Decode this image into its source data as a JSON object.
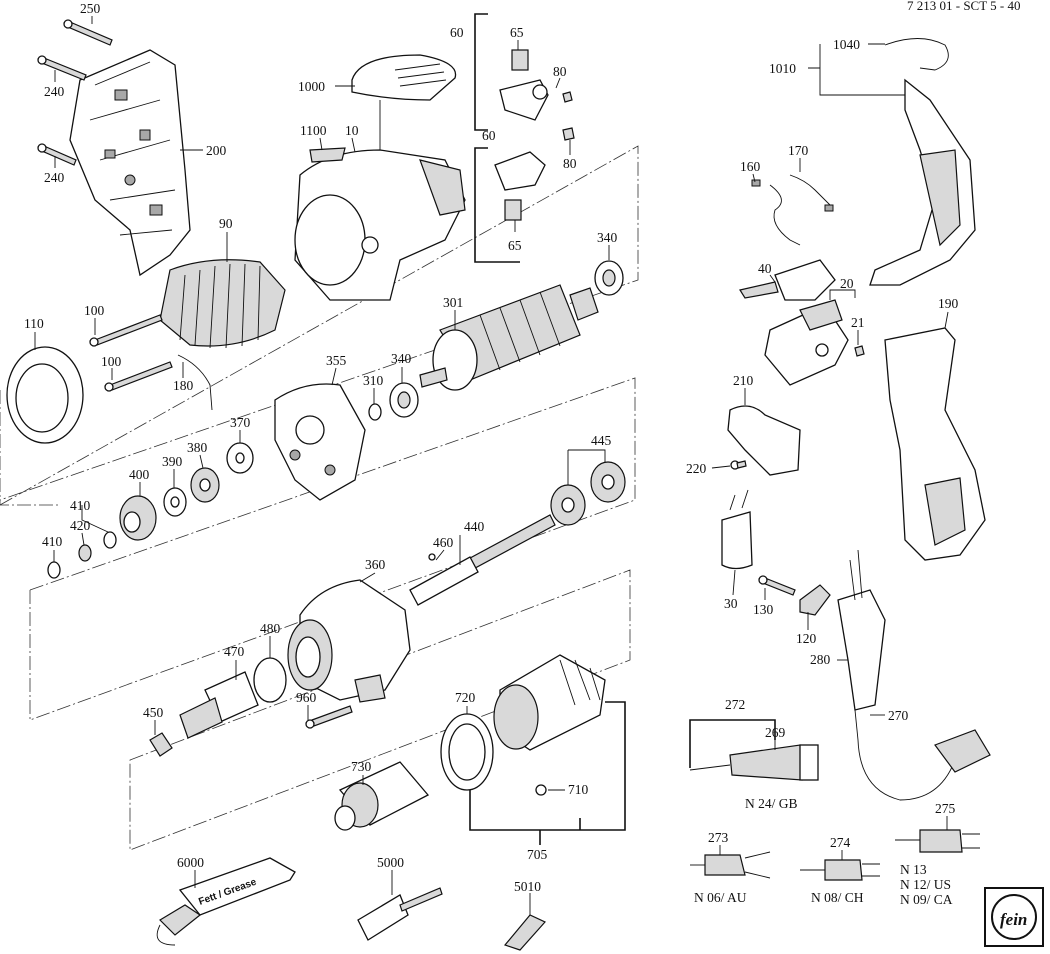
{
  "document_id": "7 213 01 - SCT 5 - 40",
  "logo_text": "fein",
  "tube_text": "Fett / Grease",
  "labels": {
    "p250": "250",
    "p240a": "240",
    "p240b": "240",
    "p200": "200",
    "p1000": "1000",
    "p1100": "1100",
    "p10": "10",
    "p90": "90",
    "p60a": "60",
    "p65a": "65",
    "p80a": "80",
    "p60b": "60",
    "p80b": "80",
    "p65b": "65",
    "p340a": "340",
    "p301": "301",
    "p110": "110",
    "p100a": "100",
    "p100b": "100",
    "p180": "180",
    "p355": "355",
    "p340b": "340",
    "p310": "310",
    "p370": "370",
    "p380": "380",
    "p390": "390",
    "p400": "400",
    "p445": "445",
    "p410a": "410",
    "p420": "420",
    "p410b": "410",
    "p440": "440",
    "p460": "460",
    "p360": "360",
    "p480": "480",
    "p470": "470",
    "p450": "450",
    "p960": "960",
    "p720": "720",
    "p730": "730",
    "p710": "710",
    "p705": "705",
    "p6000": "6000",
    "p5000": "5000",
    "p5010": "5010",
    "p1040": "1040",
    "p1010": "1010",
    "p160": "160",
    "p170": "170",
    "p40": "40",
    "p20": "20",
    "p21": "21",
    "p190": "190",
    "p210": "210",
    "p220": "220",
    "p30": "30",
    "p130": "130",
    "p120": "120",
    "p280": "280",
    "p270": "270",
    "p272": "272",
    "p269": "269",
    "p275": "275",
    "p273": "273",
    "p274": "274"
  },
  "plug_variants": {
    "gb": "N 24/ GB",
    "au": "N 06/ AU",
    "ch": "N 08/ CH",
    "us1": "N 13",
    "us2": "N 12/ US",
    "ca": "N 09/ CA"
  }
}
